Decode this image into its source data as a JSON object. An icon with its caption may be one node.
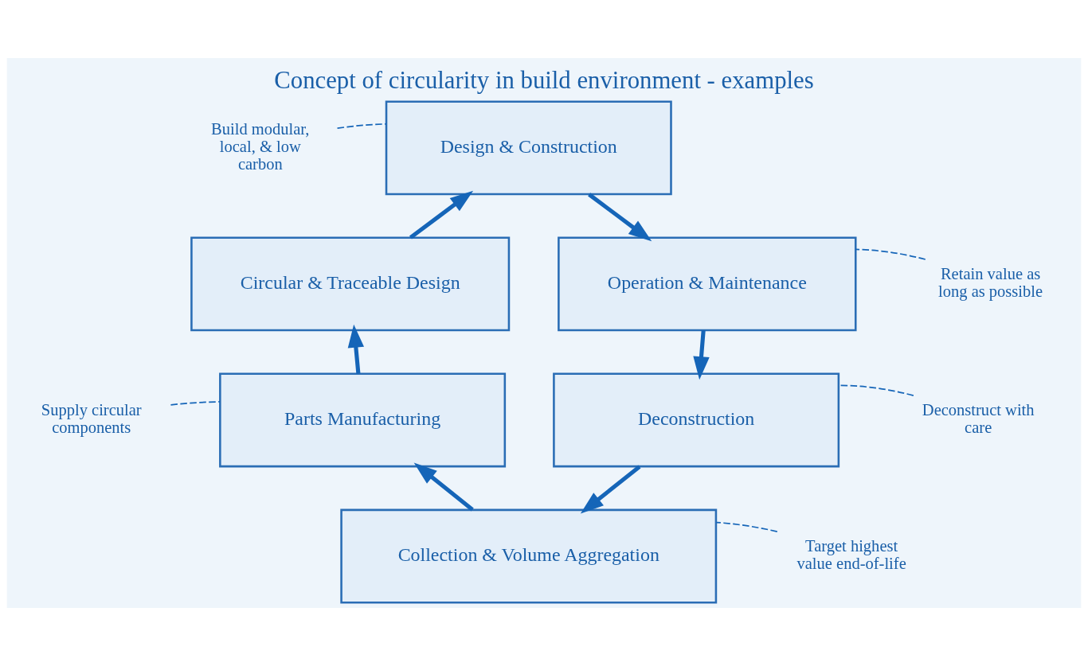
{
  "diagram": {
    "title": "Concept of circularity in build environment - examples",
    "nodes": [
      {
        "text": [
          "Design & Construction"
        ]
      },
      {
        "text": [
          "Operation & Maintenance"
        ]
      },
      {
        "text": [
          "Deconstruction"
        ]
      },
      {
        "text": [
          "Collection & Volume Aggregation"
        ]
      },
      {
        "text": [
          "Parts Manufacturing"
        ]
      },
      {
        "text": [
          "Circular & Traceable Design"
        ]
      },
      {
        "text": [
          "Build modular, local, & low carbon"
        ]
      },
      {
        "text": [
          "Retain value as long as possible"
        ]
      },
      {
        "text": [
          "Deconstruct with care"
        ]
      },
      {
        "text": [
          "Target highest value end-of-life"
        ]
      },
      {
        "text": [
          "Supply circular components"
        ]
      }
    ],
    "edges": [
      {
        "from": 0,
        "to": 1,
        "arrow": "to"
      },
      {
        "from": 1,
        "to": 2,
        "arrow": "to"
      },
      {
        "from": 2,
        "to": 3,
        "arrow": "to"
      },
      {
        "from": 3,
        "to": 4,
        "arrow": "to"
      },
      {
        "from": 4,
        "to": 5,
        "arrow": "to"
      },
      {
        "from": 5,
        "to": 0,
        "arrow": "to"
      },
      {
        "from": 6,
        "to": 0,
        "arrow": "none",
        "style": "dashed"
      },
      {
        "from": 7,
        "to": 1,
        "arrow": "none",
        "style": "dashed"
      },
      {
        "from": 8,
        "to": 2,
        "arrow": "none",
        "style": "dashed"
      },
      {
        "from": 9,
        "to": 3,
        "arrow": "none",
        "style": "dashed"
      },
      {
        "from": 10,
        "to": 4,
        "arrow": "none",
        "style": "dashed"
      }
    ]
  }
}
